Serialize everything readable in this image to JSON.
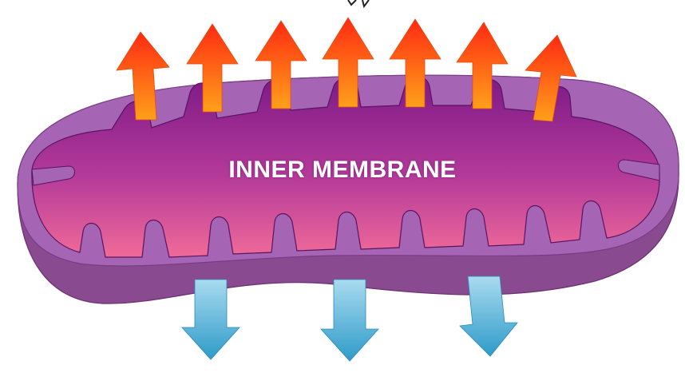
{
  "diagram": {
    "label": "INNER MEMBRANE",
    "arrows_up_count": 7,
    "arrows_down_count": 3,
    "colors": {
      "outer_membrane": "#a565b4",
      "outer_membrane_edge": "#7a3b85",
      "body_shadow": "#8a4a8f",
      "matrix_top": "#7d1a86",
      "matrix_bottom": "#f06a98",
      "arrow_up_top": "#ff2a12",
      "arrow_up_bottom": "#ffa01a",
      "arrow_down_top": "#a9dbef",
      "arrow_down_bottom": "#2e9bc9"
    }
  }
}
